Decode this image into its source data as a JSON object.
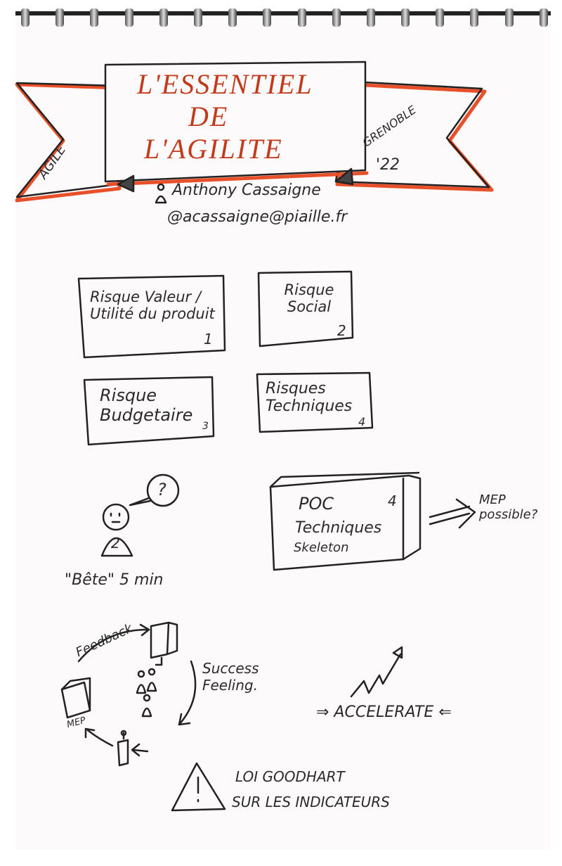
{
  "banner": {
    "title_line1": "L'ESSENTIEL",
    "title_line2": "DE",
    "title_line3": "L'AGILITE",
    "left_ribbon": "AGILE",
    "right_ribbon_city": "GRENOBLE",
    "right_ribbon_year": "'22"
  },
  "author": {
    "name": "Anthony Cassaigne",
    "handle": "@acassaigne@piaille.fr"
  },
  "risks": [
    {
      "label": "Risque Valeur / Utilité du produit",
      "number": "1"
    },
    {
      "label": "Risque Social",
      "number": "2"
    },
    {
      "label": "Risque Budgetaire",
      "number": "3"
    },
    {
      "label": "Risques Techniques",
      "number": "4"
    }
  ],
  "person": {
    "bubble": "?",
    "badge": "2",
    "caption": "\"Bête\" 5 min"
  },
  "poc": {
    "title": "POC",
    "number": "4",
    "line2": "Techniques",
    "line3": "Skeleton",
    "arrow_text": "MEP possible?"
  },
  "cycle": {
    "feedback": "Feedback",
    "success": "Success Feeling.",
    "mep": "MEP"
  },
  "accelerate": "⇒ ACCELERATE ⇐",
  "warning": {
    "line1": "LOI GOODHART",
    "line2": "SUR LES INDICATEURS"
  },
  "colors": {
    "accent": "#e8502a",
    "ink": "#222222",
    "paper": "#fdfafc"
  }
}
